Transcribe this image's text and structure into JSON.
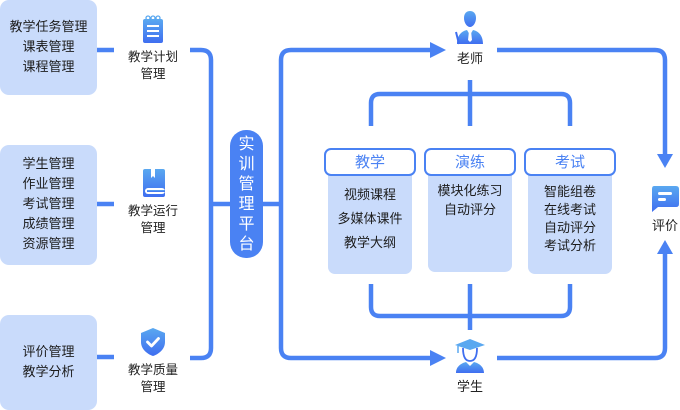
{
  "colors": {
    "line": "#4a82f3",
    "box_fill": "#c9dbfb",
    "header_text": "#4a82f3"
  },
  "left_groups": [
    {
      "items": [
        "教学任务管理",
        "课表管理",
        "课程管理"
      ]
    },
    {
      "items": [
        "学生管理",
        "作业管理",
        "考试管理",
        "成绩管理",
        "资源管理"
      ]
    },
    {
      "items": [
        "评价管理",
        "教学分析"
      ]
    }
  ],
  "modules": [
    {
      "icon": "notepad-icon",
      "line1": "教学计划",
      "line2": "管理"
    },
    {
      "icon": "book-icon",
      "line1": "教学运行",
      "line2": "管理"
    },
    {
      "icon": "shield-check-icon",
      "line1": "教学质量",
      "line2": "管理"
    }
  ],
  "platform": {
    "chars": [
      "实",
      "训",
      "管",
      "理",
      "平",
      "台"
    ]
  },
  "roles": {
    "teacher": "老师",
    "student": "学生",
    "evaluation": "评价"
  },
  "columns": [
    {
      "title": "教学",
      "items": [
        "视频课程",
        "多媒体课件",
        "教学大纲"
      ]
    },
    {
      "title": "演练",
      "items": [
        "模块化练习",
        "自动评分"
      ]
    },
    {
      "title": "考试",
      "items": [
        "智能组卷",
        "在线考试",
        "自动评分",
        "考试分析"
      ]
    }
  ]
}
